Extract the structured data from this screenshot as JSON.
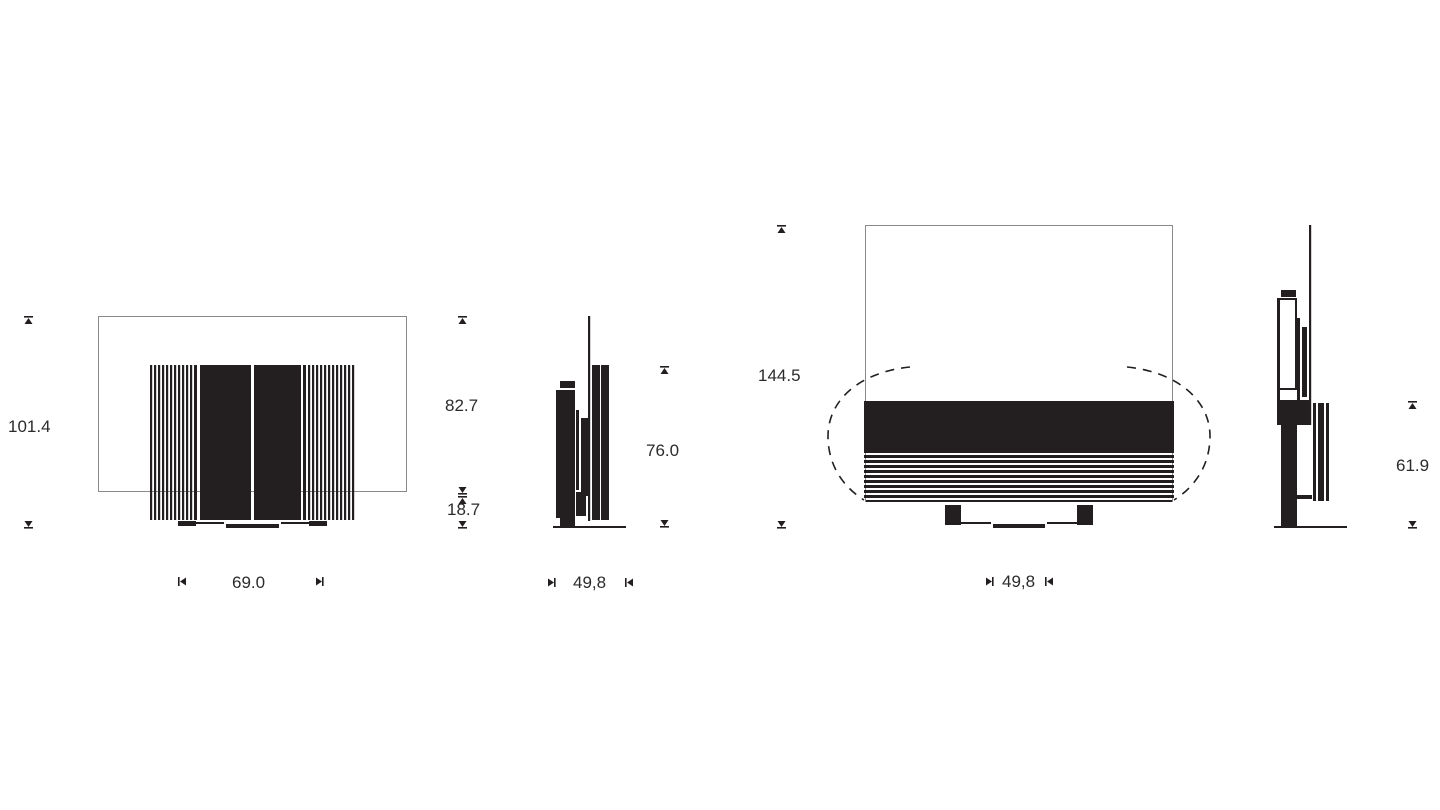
{
  "dimensions": {
    "front_closed": {
      "height": "101.4",
      "width": "69.0"
    },
    "side_closed": {
      "screen_height": "82.7",
      "base_height": "18.7",
      "total_height": "76.0",
      "depth": "49,8"
    },
    "front_open": {
      "height": "144.5",
      "width": "49,8"
    },
    "side_open": {
      "height": "61.9"
    }
  },
  "colors": {
    "ink": "#231f20",
    "outline": "#8a8a8a",
    "background": "#ffffff"
  },
  "icons": {
    "arrow_up": "arrow-up-to-line-icon",
    "arrow_down": "arrow-down-to-line-icon",
    "arrow_left": "arrow-left-to-line-icon",
    "arrow_right": "arrow-right-to-line-icon"
  }
}
